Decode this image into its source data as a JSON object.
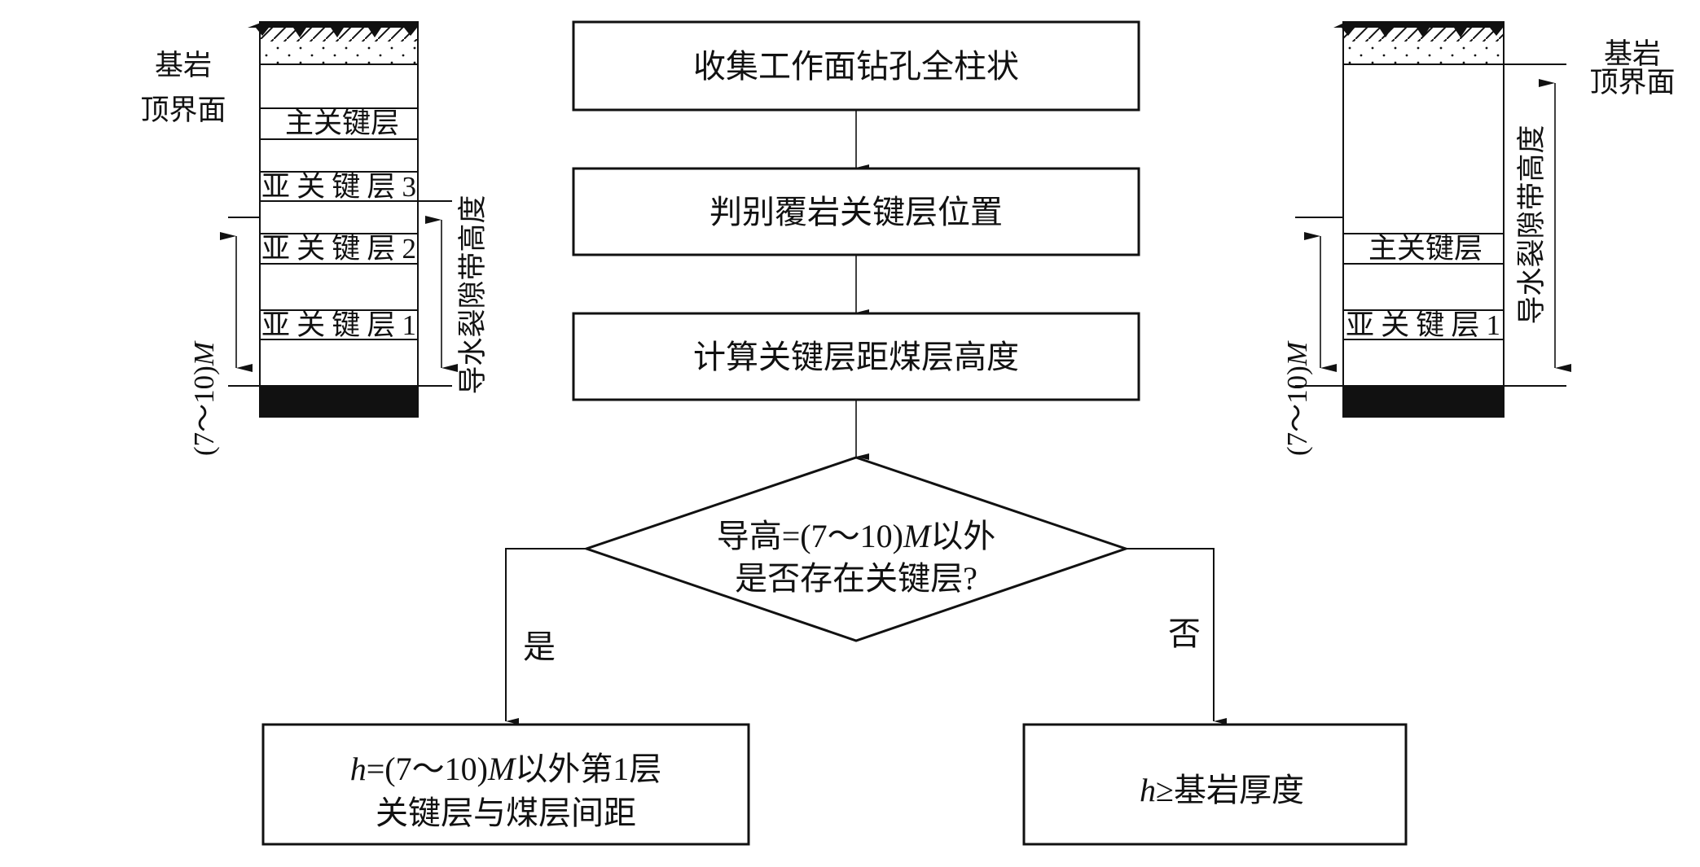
{
  "flow": {
    "step1": "收集工作面钻孔全柱状",
    "step2": "判别覆岩关键层位置",
    "step3": "计算关键层距煤层高度",
    "decision": {
      "line1_pre": "导高=(7～10)",
      "line1_var": "M",
      "line1_post": "以外",
      "line2": "是否存在关键层?"
    },
    "yes_label": "是",
    "no_label": "否",
    "yes_result": {
      "var_h": "h",
      "line1_a": "=(7～10)",
      "var_m": "M",
      "line1_b": "以外第1层",
      "line2": "关键层与煤层间距"
    },
    "no_result": {
      "var_h": "h",
      "text": "≥基岩厚度"
    }
  },
  "left_column": {
    "bedrock_label_1": "基岩",
    "bedrock_label_2": "顶界面",
    "layers": [
      "主关键层",
      "亚关键层3",
      "亚关键层2",
      "亚关键层1"
    ],
    "range_label_pre": "(7～10)",
    "range_label_var": "M",
    "fracture_label": "导水裂隙带高度"
  },
  "right_column": {
    "bedrock_label_1": "基岩",
    "bedrock_label_2": "顶界面",
    "layers": [
      "主关键层",
      "亚关键层1"
    ],
    "range_label_pre": "(7～10)",
    "range_label_var": "M",
    "fracture_label": "导水裂隙带高度"
  }
}
